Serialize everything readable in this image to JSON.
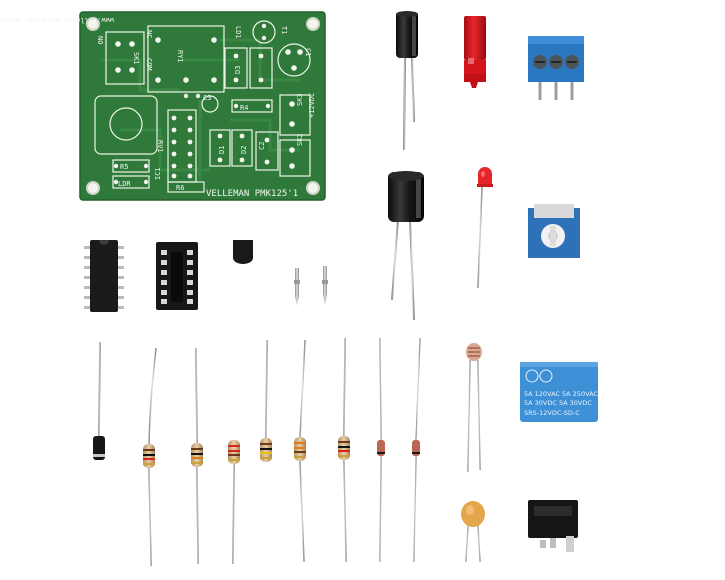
{
  "pcb": {
    "brand_text": "VELLEMAN PMK125'1",
    "top_text": "www.velleman.eu  Relay setting 12V/5A",
    "labels": {
      "ry1": "RY1",
      "sk1": "SK1",
      "sk2": "SK2",
      "sk3": "SK3",
      "c1": "C1",
      "c2": "C2",
      "c3": "C3",
      "r4": "R4",
      "r5": "R5",
      "r6": "R6",
      "ic1": "IC1",
      "d1": "D1",
      "d2": "D2",
      "d3": "D3",
      "ld1": "LD1",
      "t1": "T1",
      "rv1": "RV1",
      "ldr": "LDR",
      "no": "NO",
      "com": "COM",
      "nc": "NC",
      "supply": "+12VDC"
    }
  },
  "relay": {
    "line1": "5A 120VAC  5A 250VAC",
    "line2": "5A 30VDC   5A 30VDC",
    "line3": "SRS-12VDC-SD-C"
  },
  "colors": {
    "pcb_green": "#2f7a3a",
    "terminal_blue": "#2b78c2",
    "relay_blue": "#3d8fd6",
    "test_pin_red": "#d4161c",
    "capacitor_black": "#1c1c1c"
  }
}
